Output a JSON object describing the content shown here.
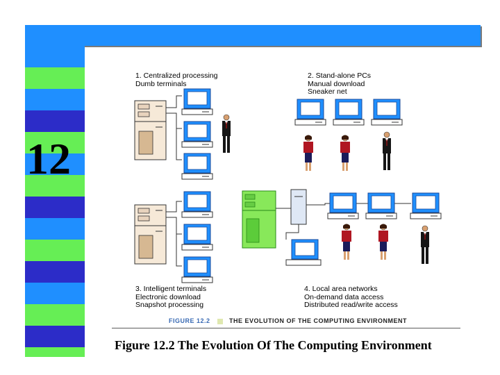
{
  "slide": {
    "chapter_number": "12",
    "colors": {
      "accent_blue": "#1f8fff",
      "accent_green": "#66ee55",
      "navy": "#2c2cc8",
      "shadow": "#7a7a7a"
    }
  },
  "figure": {
    "panel1": {
      "line1": "1. Centralized processing",
      "line2": "Dumb terminals"
    },
    "panel2": {
      "line1": "2. Stand-alone PCs",
      "line2": "Manual download",
      "line3": "Sneaker net"
    },
    "panel3": {
      "line1": "3. Intelligent terminals",
      "line2": "Electronic download",
      "line3": "Snapshot processing"
    },
    "panel4": {
      "line1": "4. Local area networks",
      "line2": "On-demand data access",
      "line3": "Distributed read/write access"
    },
    "figure_label": "FIGURE 12.2",
    "figure_title": "THE EVOLUTION OF THE COMPUTING ENVIRONMENT"
  },
  "caption": "Figure 12.2  The Evolution Of The Computing Environment"
}
